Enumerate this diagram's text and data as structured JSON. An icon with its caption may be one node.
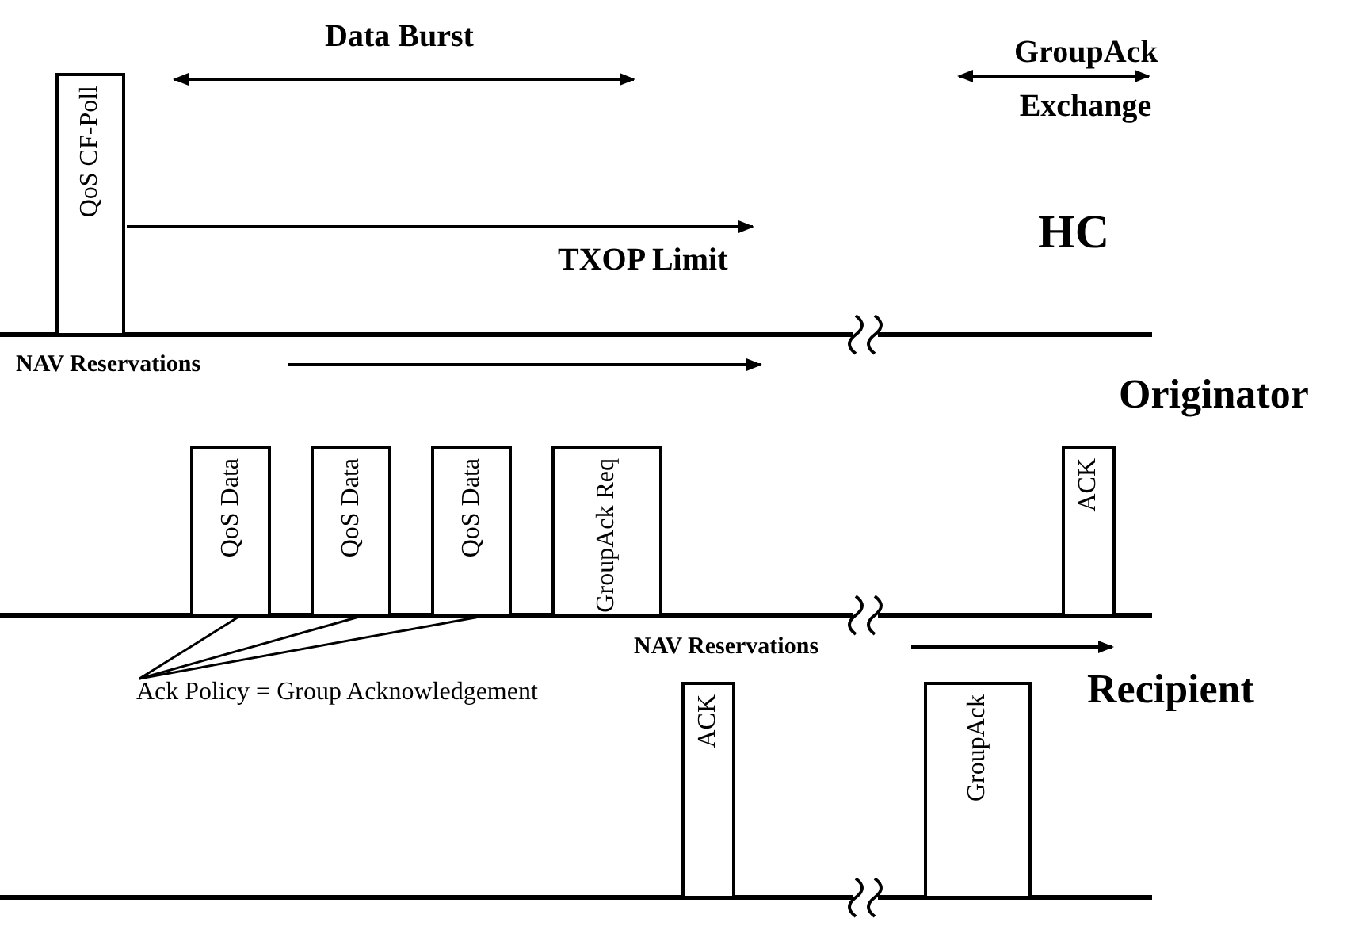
{
  "diagram": {
    "nodes": [
      {
        "text": [
          "QoS CF-Poll"
        ]
      },
      {
        "text": [
          "QoS Data"
        ]
      },
      {
        "text": [
          "QoS Data"
        ]
      },
      {
        "text": [
          "QoS Data"
        ]
      },
      {
        "text": [
          "GroupAck Req"
        ]
      },
      {
        "text": [
          "ACK"
        ]
      },
      {
        "text": [
          "Ack Policy = Group Acknowledgement"
        ]
      },
      {
        "text": [
          "ACK"
        ]
      },
      {
        "text": [
          "GroupAck"
        ]
      }
    ],
    "edges": [
      {
        "from": 6,
        "to": 1,
        "arrow": "none"
      },
      {
        "from": 6,
        "to": 2,
        "arrow": "none"
      },
      {
        "from": 6,
        "to": 3,
        "arrow": "none"
      }
    ],
    "labels": [
      "Data Burst",
      "GroupAck Exchange",
      "TXOP Limit",
      "HC",
      "NAV Reservations",
      "Originator",
      "NAV Reservations",
      "Recipient"
    ]
  }
}
